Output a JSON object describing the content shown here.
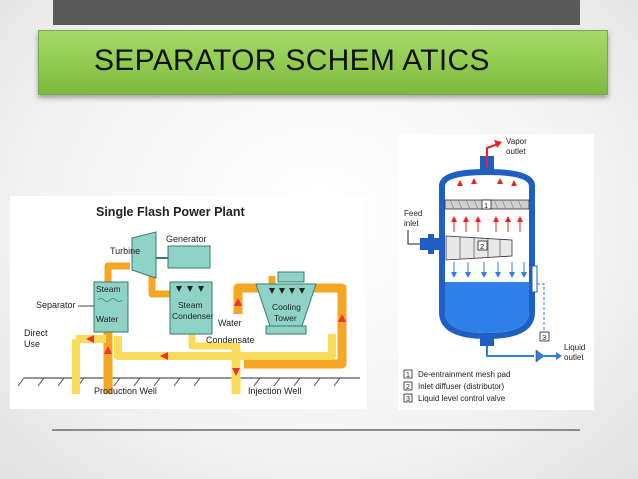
{
  "slide": {
    "title": "SEPARATOR SCHEM ATICS"
  },
  "flash_plant": {
    "title": "Single Flash Power Plant",
    "labels": {
      "generator": "Generator",
      "turbine": "Turbine",
      "steam": "Steam",
      "water_sep": "Water",
      "separator": "Separator",
      "direct": "Direct",
      "use": "Use",
      "condenser_line1": "Steam",
      "condenser_line2": "Condenser",
      "water_mid": "Water",
      "cooling_line1": "Cooling",
      "cooling_line2": "Tower",
      "condensate": "Condensate",
      "production_well": "Production Well",
      "injection_well": "Injection Well"
    }
  },
  "separator_schematic": {
    "labels": {
      "vapor_line1": "Vapor",
      "vapor_line2": "outlet",
      "feed_line1": "Feed",
      "feed_line2": "inlet",
      "liquid_line1": "Liquid",
      "liquid_line2": "outlet",
      "num1": "1",
      "num2": "2",
      "num3": "3"
    },
    "legend": [
      {
        "num": "1",
        "text": "De-entrainment mesh pad"
      },
      {
        "num": "2",
        "text": "Inlet diffuser (distributor)"
      },
      {
        "num": "3",
        "text": "Liquid level control valve"
      }
    ]
  },
  "colors": {
    "title_green": "#8fcb4f",
    "pipe_orange": "#f5a623",
    "pipe_yellow": "#f9dc5c",
    "equipment_teal": "#8fd3c7",
    "vessel_blue": "#1f5fc4",
    "liquid_blue": "#2f7fe8"
  }
}
